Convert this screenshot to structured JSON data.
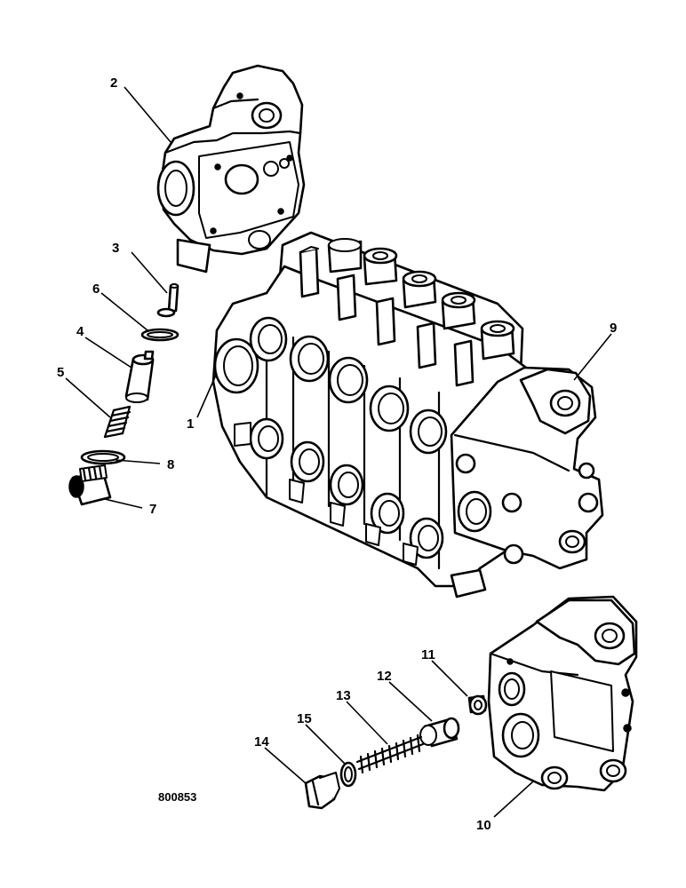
{
  "drawing_ref": "800853",
  "callouts": {
    "c1": "1",
    "c2": "2",
    "c3": "3",
    "c4": "4",
    "c5": "5",
    "c6": "6",
    "c7": "7",
    "c8": "8",
    "c9": "9",
    "c10": "10",
    "c11": "11",
    "c12": "12",
    "c13": "13",
    "c14": "14",
    "c15": "15"
  }
}
